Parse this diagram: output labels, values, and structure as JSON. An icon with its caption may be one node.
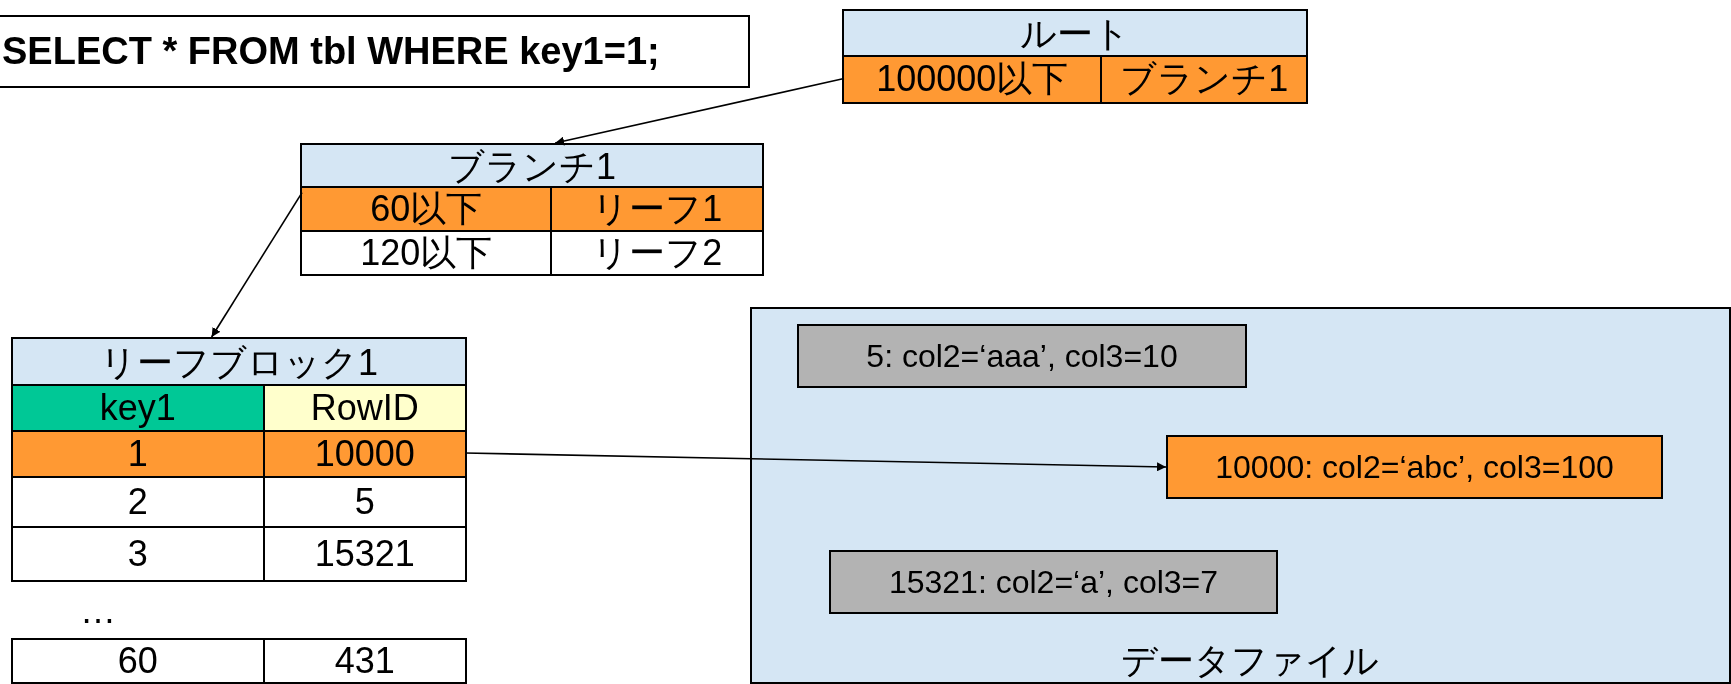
{
  "diagram": {
    "nodes": [
      {
        "text": [
          "SELECT * FROM tbl WHERE key1=1;"
        ]
      },
      {
        "text": [
          "ルート"
        ]
      },
      {
        "text": [
          "100000以下",
          "ブランチ1"
        ],
        "in": 1
      },
      {
        "text": [
          "ブランチ1"
        ]
      },
      {
        "text": [
          "60以下",
          "リーフ1"
        ],
        "in": 3
      },
      {
        "text": [
          "120以下",
          "リーフ2"
        ],
        "in": 3
      },
      {
        "text": [
          "リーフブロック1"
        ]
      },
      {
        "text": [
          "key1",
          "RowID"
        ],
        "in": 6
      },
      {
        "text": [
          "1",
          "10000"
        ],
        "in": 6
      },
      {
        "text": [
          "2",
          "5"
        ],
        "in": 6
      },
      {
        "text": [
          "3",
          "15321"
        ],
        "in": 6
      },
      {
        "text": [
          "60",
          "431"
        ]
      },
      {
        "text": [
          "データファイル"
        ]
      },
      {
        "text": [
          "5: col2=‘aaa’, col3=10"
        ],
        "in": 12
      },
      {
        "text": [
          "10000: col2=‘abc’, col3=100"
        ],
        "in": 12
      },
      {
        "text": [
          "15321: col2=‘a’, col3=7"
        ],
        "in": 12
      }
    ],
    "edges": [
      {
        "from": 2,
        "to": 3,
        "arrow": "to"
      },
      {
        "from": 4,
        "to": 6,
        "arrow": "to"
      },
      {
        "from": 8,
        "to": 14,
        "arrow": "to"
      }
    ],
    "labels": [
      "…"
    ]
  }
}
